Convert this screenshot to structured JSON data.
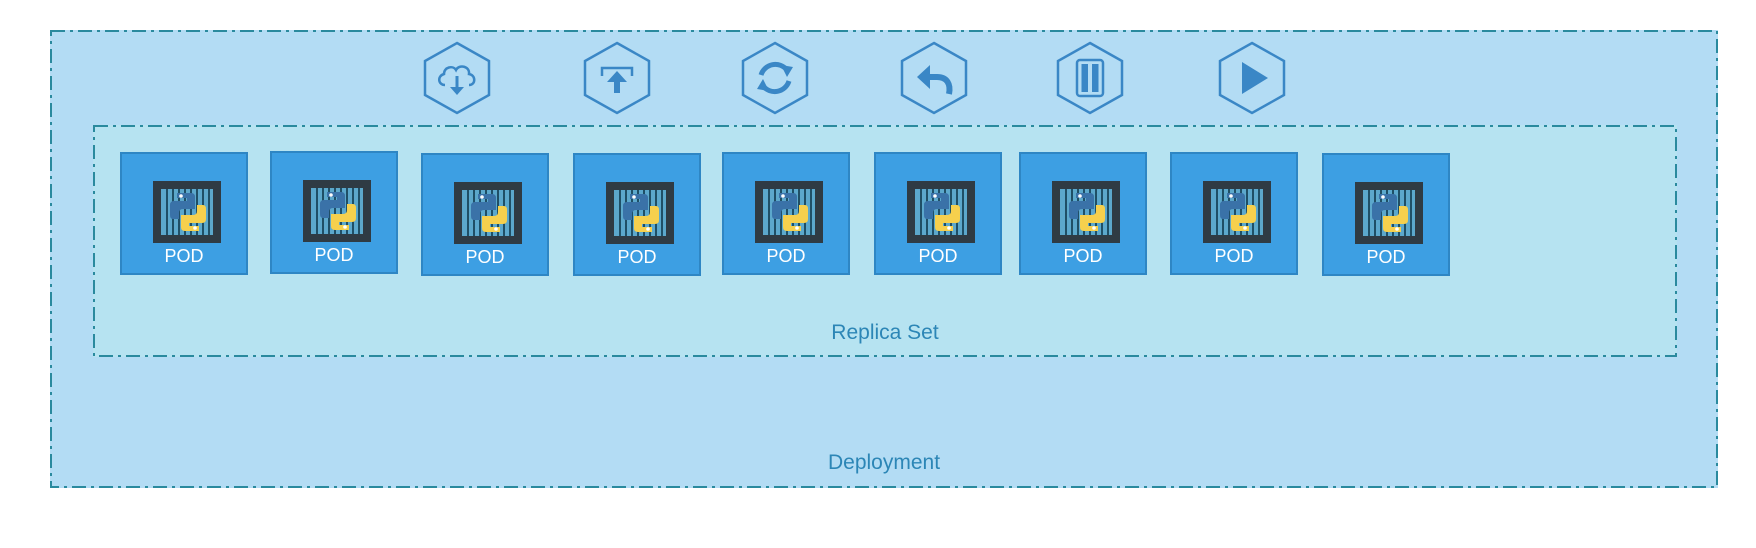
{
  "deployment": {
    "label": "Deployment"
  },
  "replica_set": {
    "label": "Replica Set"
  },
  "actions": [
    {
      "name": "download-icon"
    },
    {
      "name": "upload-icon"
    },
    {
      "name": "refresh-icon"
    },
    {
      "name": "undo-icon"
    },
    {
      "name": "pause-icon"
    },
    {
      "name": "play-icon"
    }
  ],
  "pods": [
    {
      "label": "POD"
    },
    {
      "label": "POD"
    },
    {
      "label": "POD"
    },
    {
      "label": "POD"
    },
    {
      "label": "POD"
    },
    {
      "label": "POD"
    },
    {
      "label": "POD"
    },
    {
      "label": "POD"
    },
    {
      "label": "POD"
    }
  ],
  "colors": {
    "deployment_fill": "#b3dcf4",
    "replica_set_fill": "#b6e3f1",
    "border_dash": "#2a8a9e",
    "pod_fill": "#3d9fe3",
    "label_text": "#2c86b6",
    "icon_stroke": "#3a87c6"
  }
}
